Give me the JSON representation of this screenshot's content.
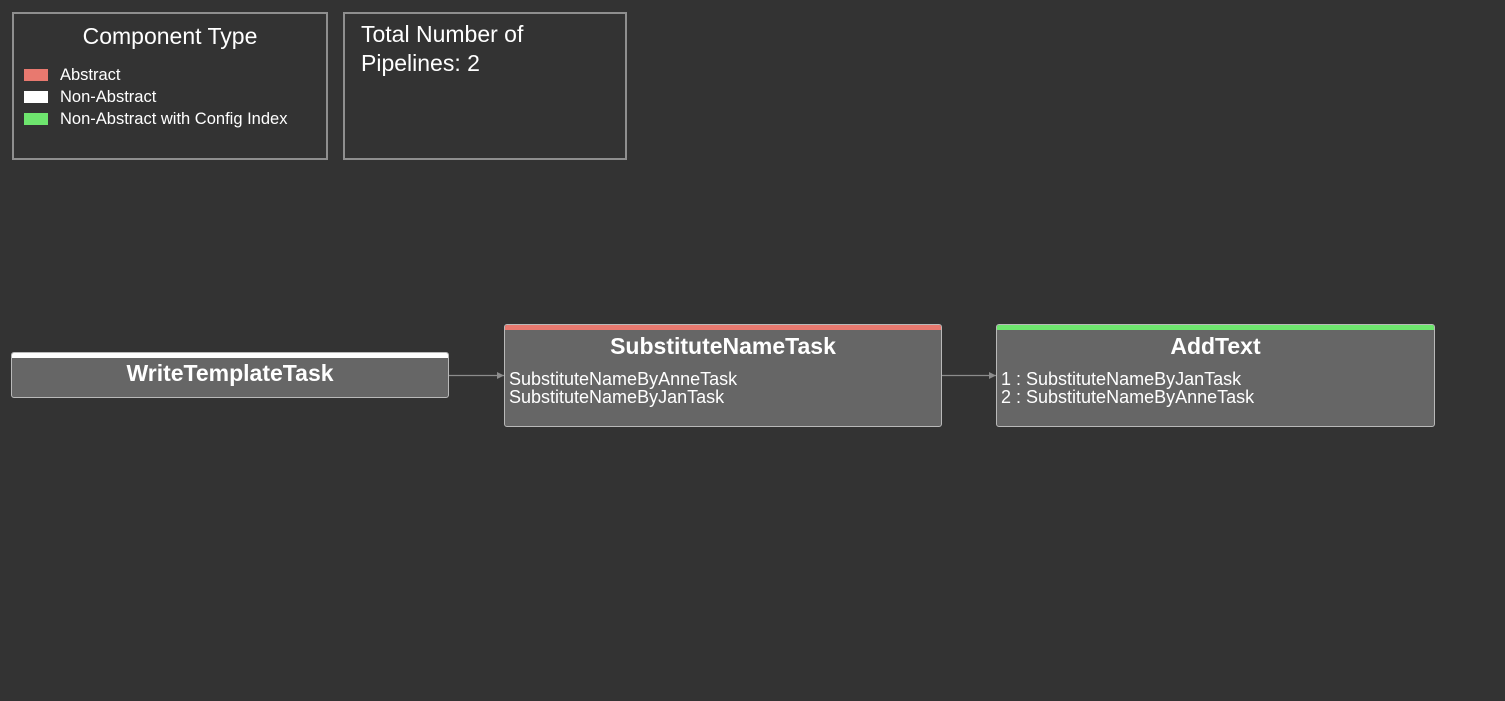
{
  "legend": {
    "title": "Component Type",
    "items": [
      {
        "label": "Abstract",
        "color": "#e8796f"
      },
      {
        "label": "Non-Abstract",
        "color": "#ffffff"
      },
      {
        "label": "Non-Abstract with Config Index",
        "color": "#6ee56e"
      }
    ]
  },
  "pipelines": {
    "text": "Total Number of Pipelines: 2"
  },
  "nodes": [
    {
      "title": "WriteTemplateTask",
      "accent_color": "#ffffff",
      "lines": []
    },
    {
      "title": "SubstituteNameTask",
      "accent_color": "#e8796f",
      "lines": [
        "SubstituteNameByAnneTask",
        "SubstituteNameByJanTask"
      ]
    },
    {
      "title": "AddText",
      "accent_color": "#6ee56e",
      "lines": [
        "1 : SubstituteNameByJanTask",
        "2 : SubstituteNameByAnneTask"
      ]
    }
  ],
  "edges": [
    {
      "from": "WriteTemplateTask",
      "to": "SubstituteNameTask"
    },
    {
      "from": "SubstituteNameTask",
      "to": "AddText"
    }
  ],
  "colors": {
    "background": "#333333",
    "node_fill": "#666666",
    "edge": "#8c8c8c"
  }
}
